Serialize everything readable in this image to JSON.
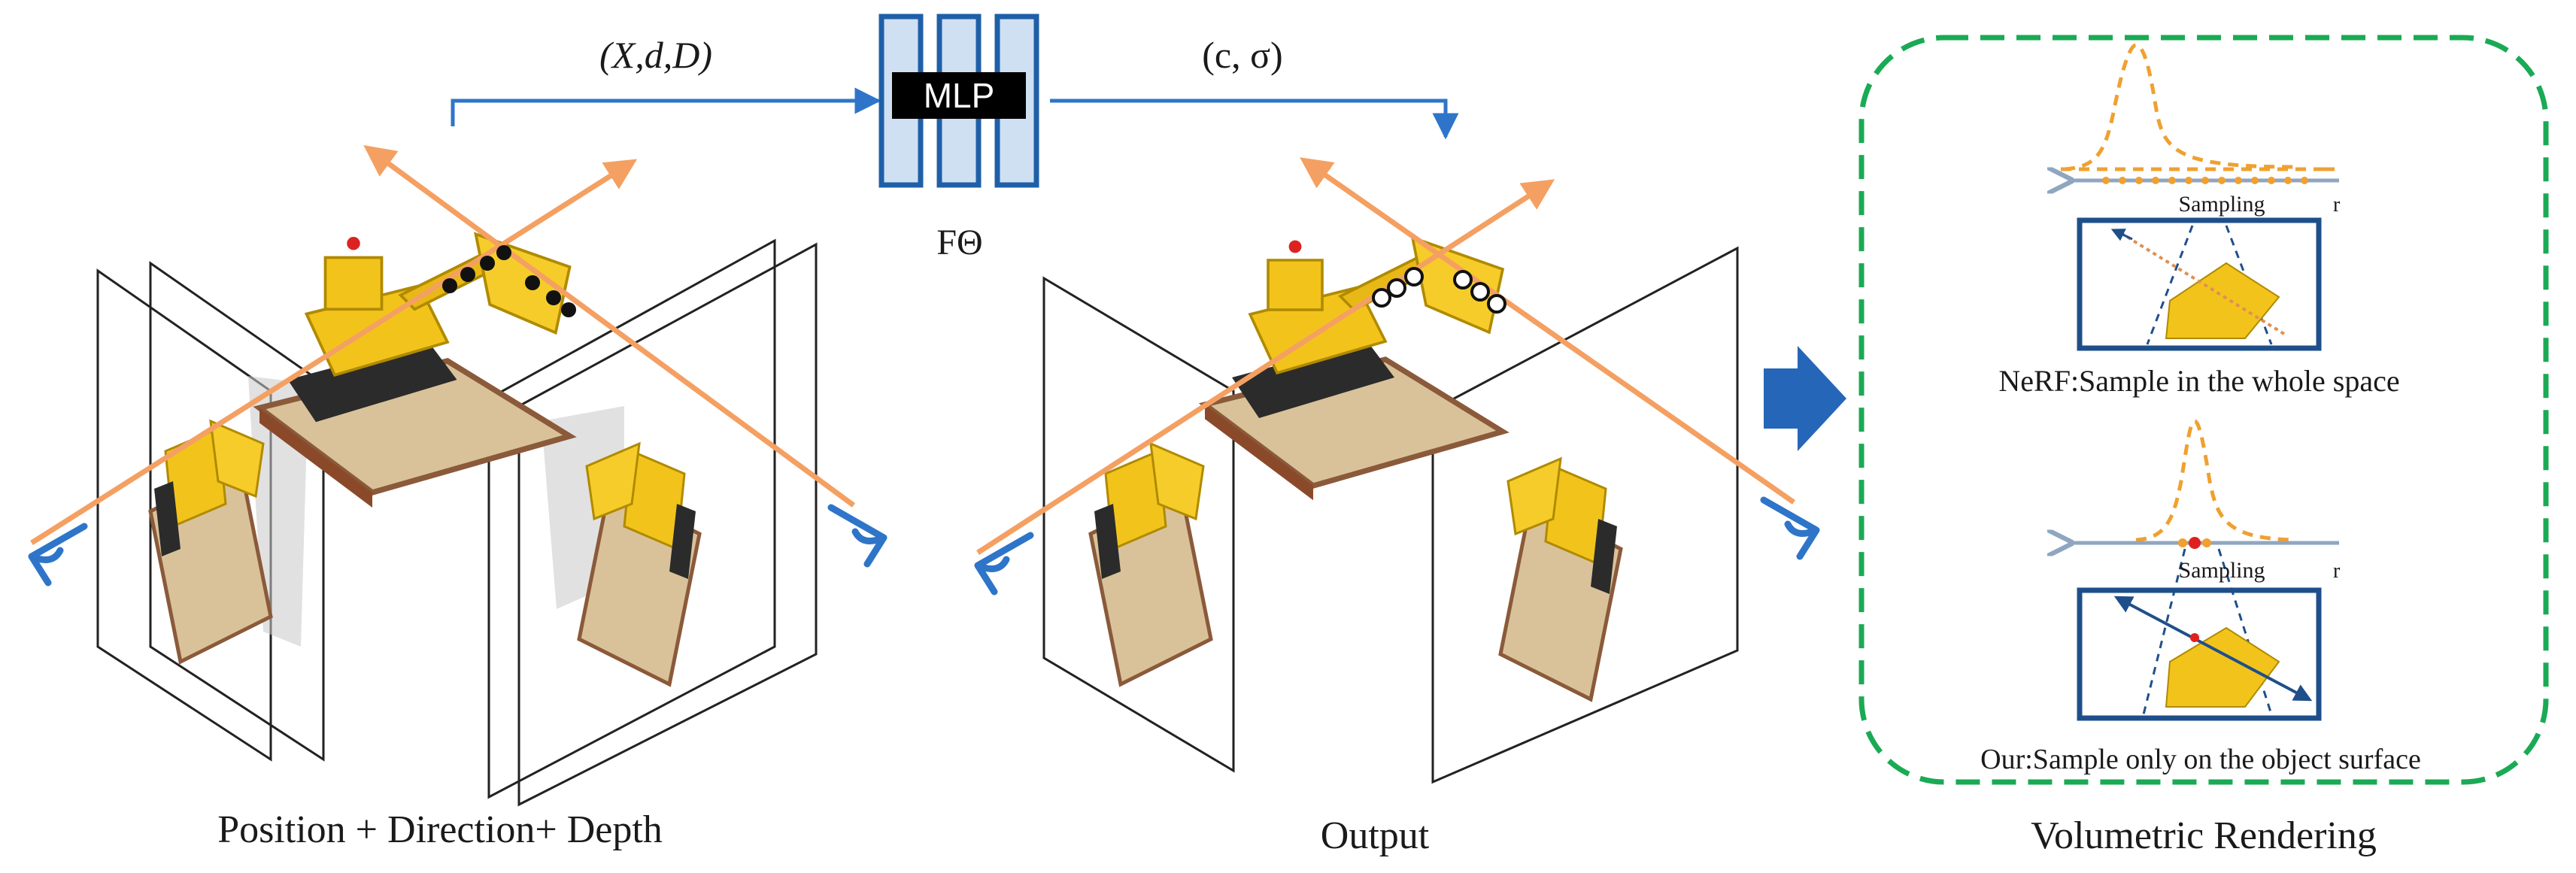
{
  "labels": {
    "input_tuple": "(X,d,D)",
    "mlp": "MLP",
    "f_theta": "FΘ",
    "output_tuple": "(c, σ)",
    "caption_left": "Position + Direction+ Depth",
    "caption_middle": "Output",
    "caption_right": "Volumetric Rendering",
    "sampling_top": "Sampling",
    "ray_end_top": "r",
    "nerf_caption": "NeRF:Sample in the whole space",
    "sampling_bottom": "Sampling",
    "ray_end_bottom": "r",
    "ours_caption": "Our:Sample only on the object surface"
  },
  "colors": {
    "arrow_blue": "#2e75c9",
    "mlp_blue_fill": "#cfe0f3",
    "mlp_blue_stroke": "#1f5fa8",
    "ray_orange": "#f4a062",
    "dashed_green": "#1aaa55",
    "density_orange": "#f0a030",
    "sample_red": "#e02020",
    "eye_blue": "#2e75c9"
  },
  "icons": {
    "camera_left": "eye-icon",
    "camera_right": "eye-icon",
    "flow_arrow": "right-arrow-icon",
    "excavator": "lego-excavator-render"
  }
}
